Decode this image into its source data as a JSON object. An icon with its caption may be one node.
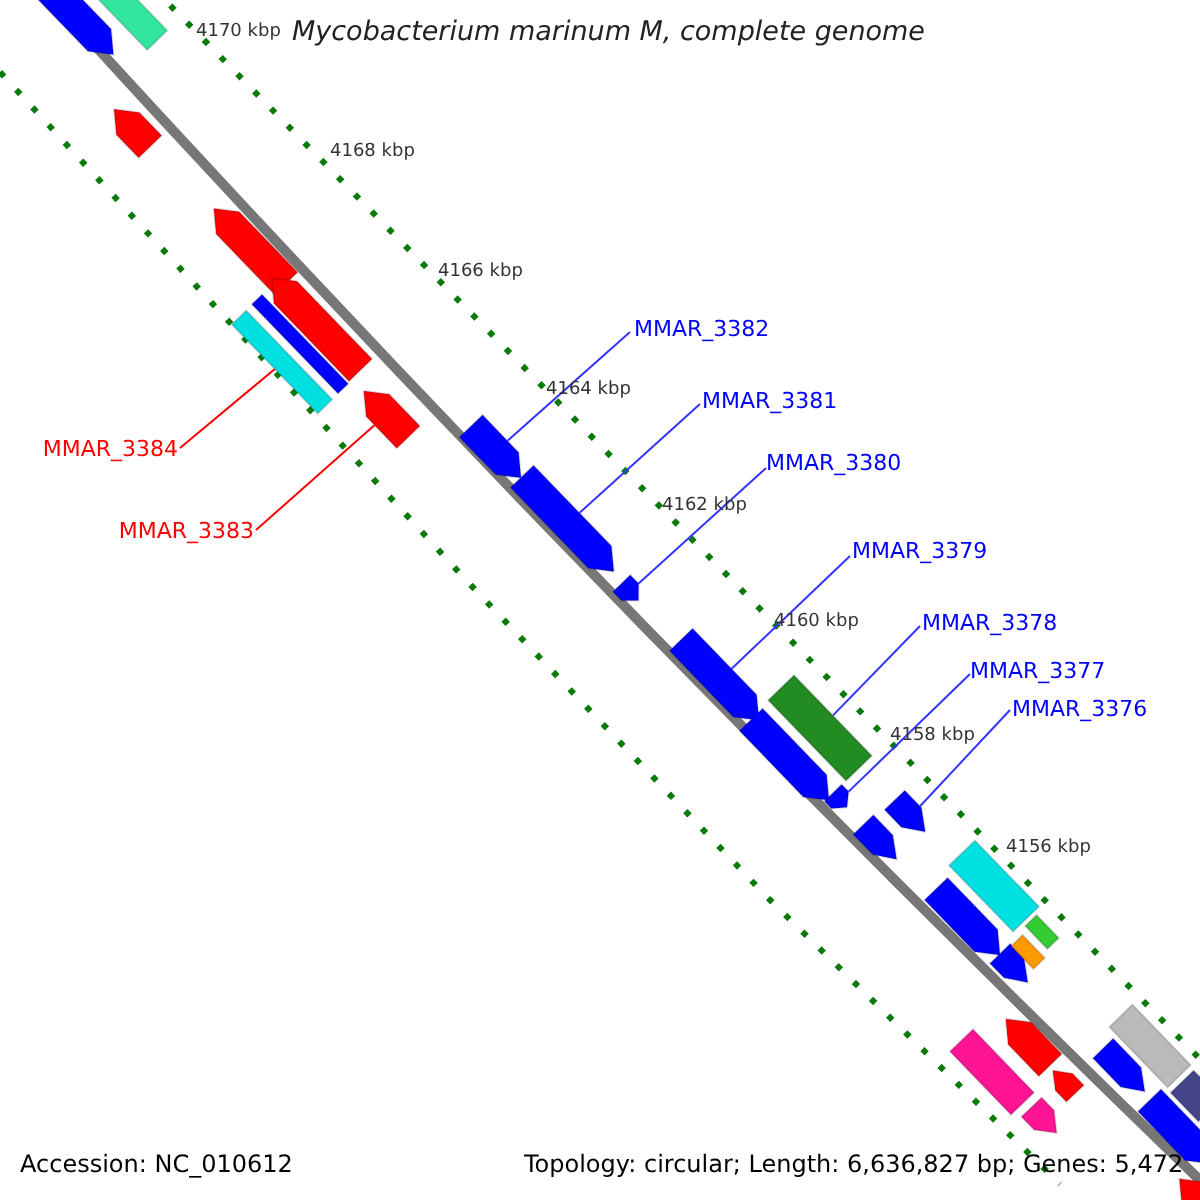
{
  "diagram": {
    "title": "Mycobacterium marinum M, complete genome",
    "nodes": [
      {
        "text": [
          "MMAR_3382"
        ]
      },
      {
        "text": [
          "MMAR_3381"
        ]
      },
      {
        "text": [
          "MMAR_3384"
        ]
      },
      {
        "text": [
          "MMAR_3380"
        ]
      },
      {
        "text": [
          "MMAR_3383"
        ]
      },
      {
        "text": [
          "MMAR_3379"
        ]
      },
      {
        "text": [
          "MMAR_3378"
        ]
      },
      {
        "text": [
          "MMAR_3377"
        ]
      },
      {
        "text": [
          "MMAR_3376"
        ]
      },
      {
        "text": [],
        "shape": "arrow"
      },
      {
        "text": [],
        "shape": "bar"
      },
      {
        "text": [],
        "shape": "arrow"
      },
      {
        "text": [],
        "shape": "arrow"
      },
      {
        "text": [],
        "shape": "bar"
      },
      {
        "text": [],
        "shape": "bar"
      },
      {
        "text": [],
        "shape": "arrow"
      },
      {
        "text": [],
        "shape": "arrow"
      },
      {
        "text": [],
        "shape": "arrow"
      },
      {
        "text": [],
        "shape": "arrow"
      },
      {
        "text": [],
        "shape": "arrow"
      },
      {
        "text": [],
        "shape": "arrow"
      },
      {
        "text": [],
        "shape": "arrow"
      },
      {
        "text": [],
        "shape": "bar"
      },
      {
        "text": [],
        "shape": "arrow"
      },
      {
        "text": [],
        "shape": "arrow"
      },
      {
        "text": [],
        "shape": "arrow"
      },
      {
        "text": [],
        "shape": "arrow"
      },
      {
        "text": [],
        "shape": "bar"
      },
      {
        "text": [],
        "shape": "bar"
      },
      {
        "text": [],
        "shape": "arrow"
      },
      {
        "text": [],
        "shape": "bar"
      },
      {
        "text": [],
        "shape": "arrow"
      },
      {
        "text": [],
        "shape": "arrow"
      },
      {
        "text": [],
        "shape": "bar"
      },
      {
        "text": [],
        "shape": "arrow"
      },
      {
        "text": [],
        "shape": "arrow"
      },
      {
        "text": [],
        "shape": "bar"
      },
      {
        "text": [],
        "shape": "arrow"
      },
      {
        "text": [],
        "shape": "bar"
      },
      {
        "text": [],
        "shape": "arrow"
      }
    ],
    "edges": [
      {
        "from": 0,
        "to": 17,
        "arrow": "none"
      },
      {
        "from": 1,
        "to": 18,
        "arrow": "none"
      },
      {
        "from": 2,
        "to": 13,
        "arrow": "none",
        "color": "#ff0000"
      },
      {
        "from": 3,
        "to": 19,
        "arrow": "none"
      },
      {
        "from": 4,
        "to": 16,
        "arrow": "none",
        "color": "#ff0000"
      },
      {
        "from": 5,
        "to": 20,
        "arrow": "none"
      },
      {
        "from": 6,
        "to": 22,
        "arrow": "none"
      },
      {
        "from": 7,
        "to": 23,
        "arrow": "none"
      },
      {
        "from": 8,
        "to": 25,
        "arrow": "none"
      }
    ],
    "labels": [
      "4170 kbp",
      "4168 kbp",
      "4166 kbp",
      "4164 kbp",
      "4162 kbp",
      "4160 kbp",
      "4158 kbp",
      "4156 kbp",
      "Accession: NC_010612",
      "Topology: circular; Length: 6,636,827 bp; Genes: 5,472"
    ]
  }
}
